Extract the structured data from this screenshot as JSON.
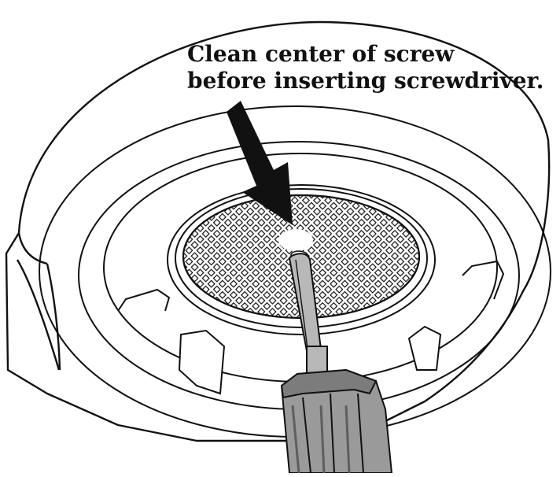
{
  "callout": {
    "line1": "Clean center of screw",
    "line2": "before inserting screwdriver."
  },
  "colors": {
    "ink": "#111111",
    "handle": "#9a9a9a",
    "handle_dark": "#5e5e5e",
    "shaft": "#b8b8b8",
    "background": "#ffffff"
  },
  "parts": [
    "housing",
    "inner-rim",
    "shower-screen",
    "center-screw",
    "screwdriver",
    "pointer-arrow"
  ]
}
